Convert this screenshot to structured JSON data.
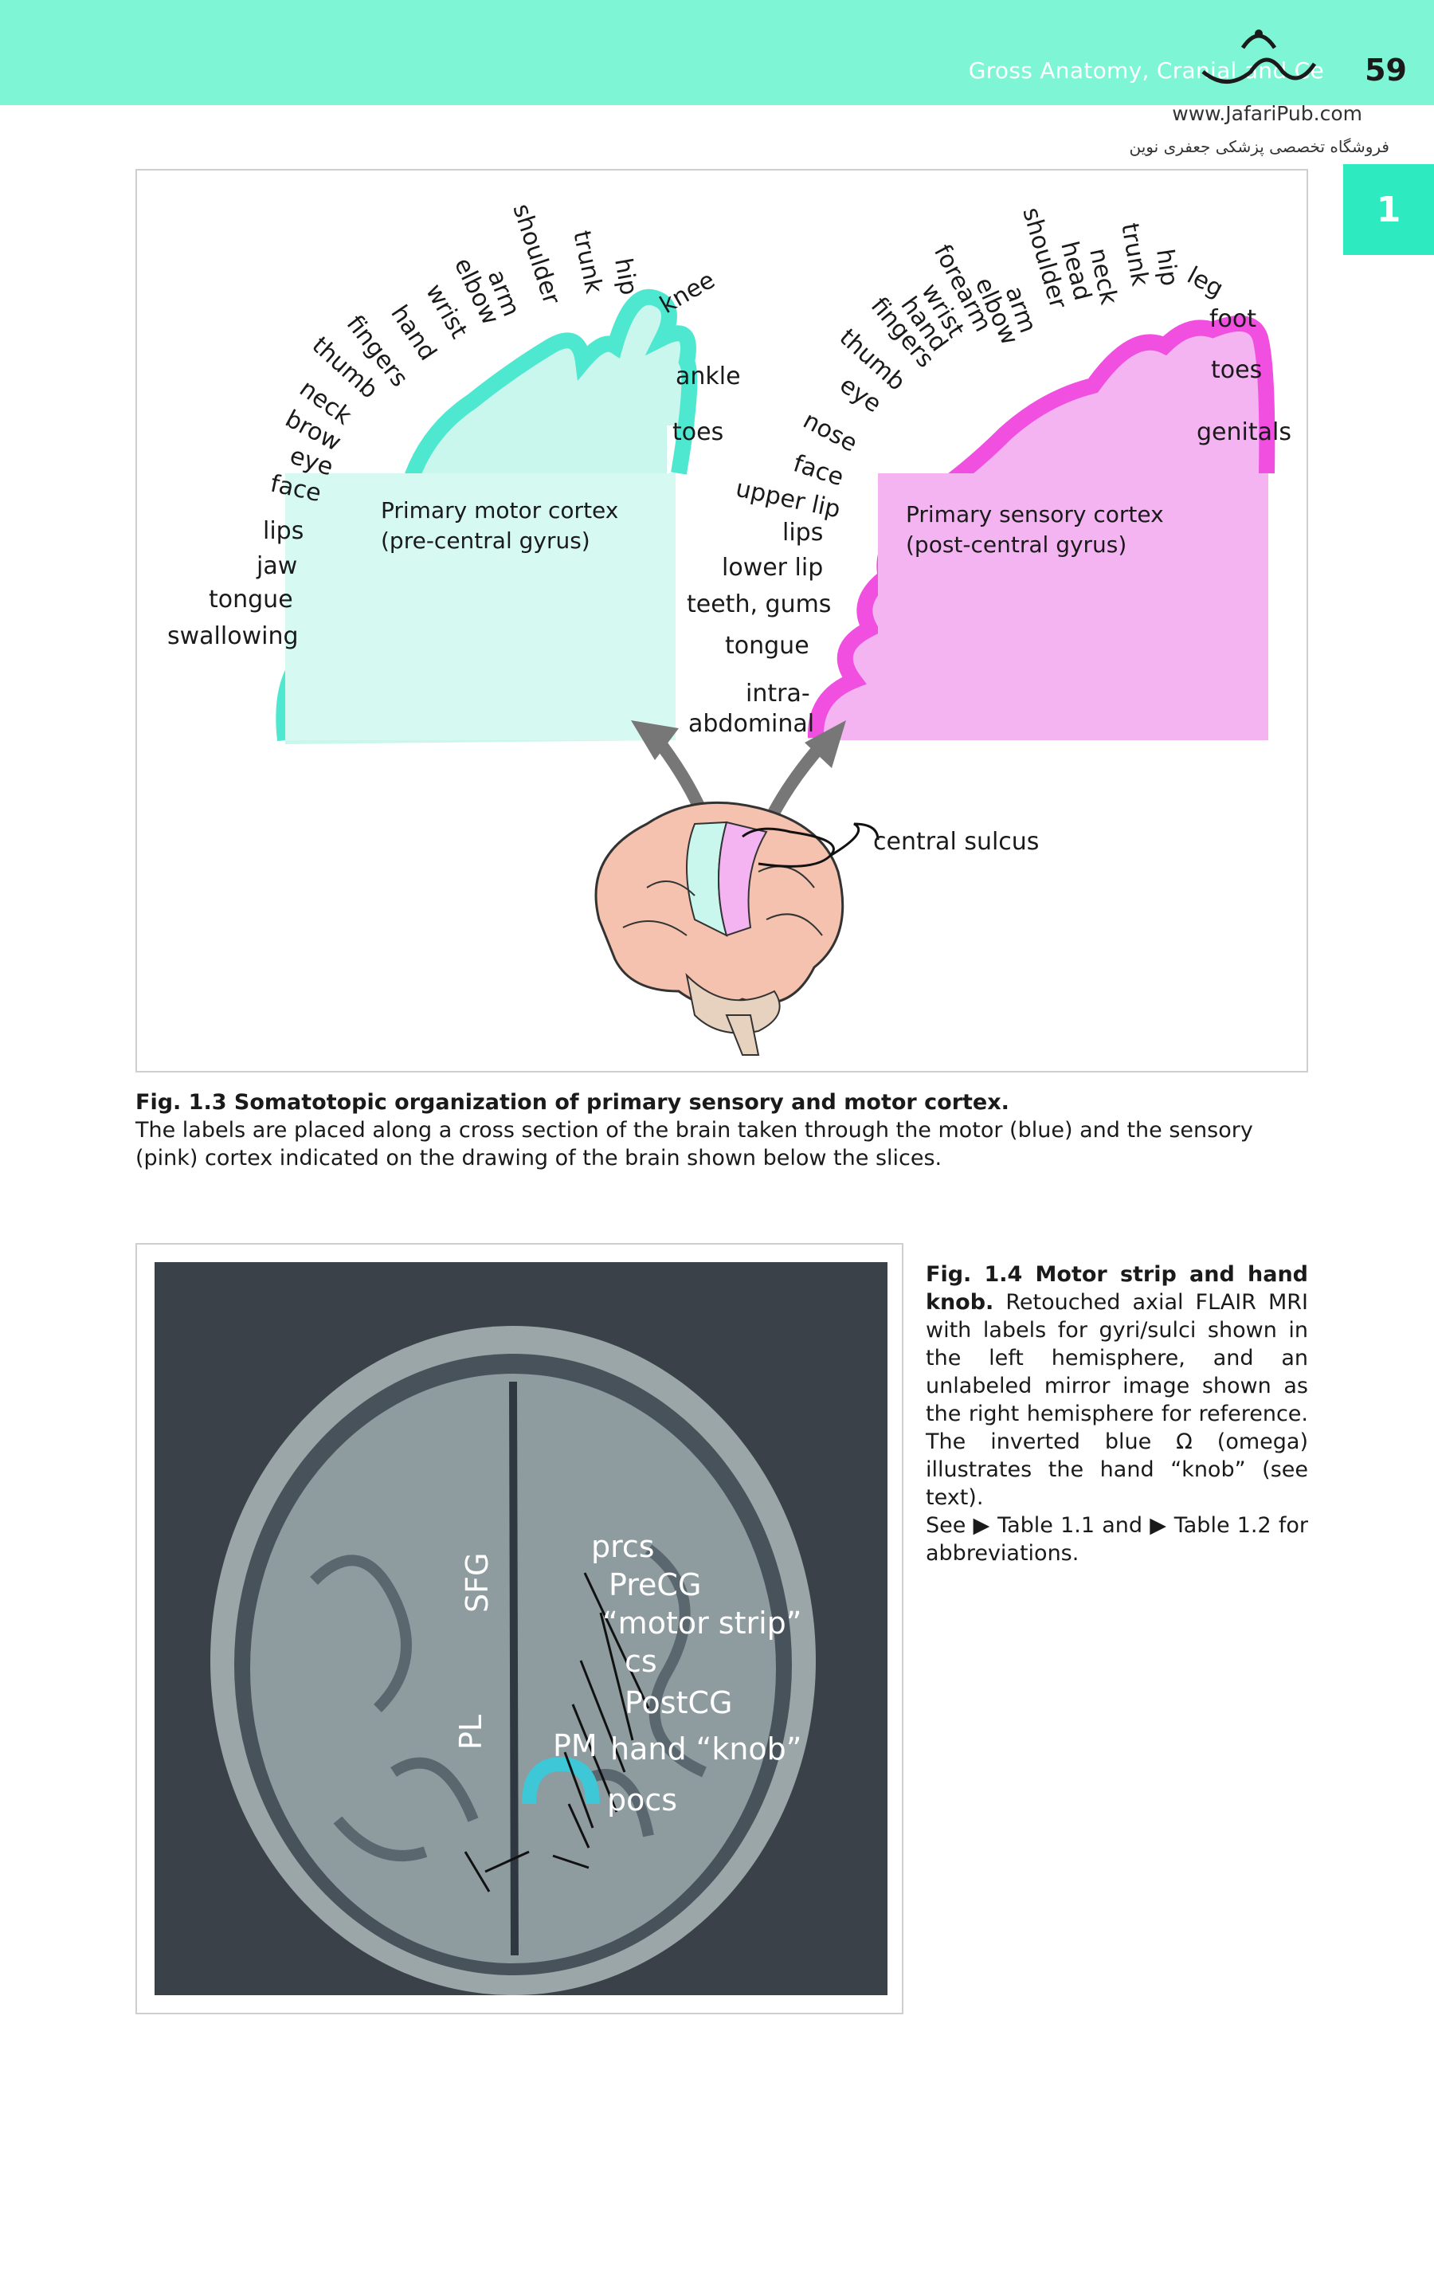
{
  "header": {
    "running_title": "Gross Anatomy, Cranial and Ce",
    "page_number": "59",
    "url": "www.JafariPub.com",
    "persian_text": "فروشگاه تخصصی پزشکی جعفری نوین",
    "chapter_tab": "1"
  },
  "figure_1_3": {
    "motor_cortex_label": [
      "Primary motor cortex",
      "(pre-central gyrus)"
    ],
    "sensory_cortex_label": [
      "Primary sensory cortex",
      "(post-central gyrus)"
    ],
    "motor_parts": [
      "shoulder",
      "trunk",
      "hip",
      "arm",
      "elbow",
      "wrist",
      "hand",
      "fingers",
      "thumb",
      "neck",
      "brow",
      "eye",
      "face",
      "lips",
      "jaw",
      "tongue",
      "swallowing",
      "knee",
      "ankle",
      "toes"
    ],
    "sensory_parts": [
      "trunk",
      "hip",
      "neck",
      "head",
      "shoulder",
      "arm",
      "elbow",
      "forearm",
      "wrist",
      "hand",
      "fingers",
      "thumb",
      "eye",
      "nose",
      "face",
      "upper lip",
      "lips",
      "lower lip",
      "teeth, gums",
      "tongue",
      "intra-",
      "abdominal",
      "leg",
      "foot",
      "toes",
      "genitals"
    ],
    "sulcus_label": "central sulcus",
    "caption_title": "Fig. 1.3  Somatotopic organization of primary sensory and motor cortex.",
    "caption_body": "The labels are placed along a cross section of the brain taken through the motor (blue) and the sensory (pink) cortex indicated on the drawing of the brain shown below the slices."
  },
  "figure_1_4": {
    "labels": [
      "prcs",
      "PreCG",
      "“motor strip”",
      "cs",
      "PostCG",
      "hand “knob”",
      "pocs",
      "SFG",
      "PL",
      "PM"
    ],
    "caption_title": "Fig. 1.4  Motor strip and hand knob.",
    "caption_body": "Retouched axial FLAIR MRI with labels for gyri/sulci shown in the left hemisphere, and an unlabeled mirror image shown as the right hemisphere for reference. The inverted blue Ω (omega) illustrates the hand “knob” (see text).",
    "caption_see": "See ▶ Table 1.1 and ▶ Table 1.2 for abbreviations."
  },
  "colors": {
    "header": "#7ef6d6",
    "chapter_tab": "#2eeac0",
    "motor": "#4ee8d0",
    "sensory": "#f04fe0"
  }
}
